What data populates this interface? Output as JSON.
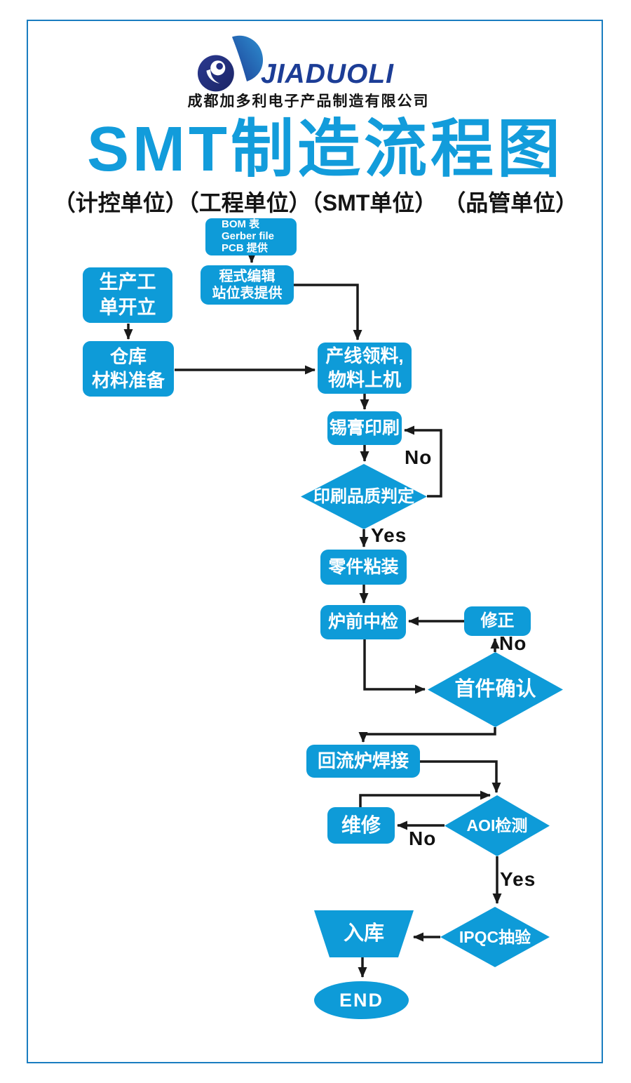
{
  "header": {
    "logo_text": "JIADUOLI",
    "company_name": "成都加多利电子产品制造有限公司",
    "title": "SMT制造流程图",
    "subtitle": "（计控单位）（工程单位）（SMT单位） （品管单位）"
  },
  "colors": {
    "node_blue": "#0E9BD8",
    "title_blue": "#129CDB",
    "border_blue": "#1A7DC0",
    "arrow_black": "#1A1A1A",
    "logo_text_blue": "#1C3D96"
  },
  "nodes": {
    "bom": {
      "lines": [
        "BOM 表",
        "Gerber file",
        "PCB 提供"
      ]
    },
    "program_edit": {
      "lines": [
        "程式编辑",
        "站位表提供"
      ]
    },
    "work_order": {
      "lines": [
        "生产工",
        "单开立"
      ]
    },
    "warehouse": {
      "lines": [
        "仓库",
        "材料准备"
      ]
    },
    "line_feeding": {
      "lines": [
        "产线领料,",
        "物料上机"
      ]
    },
    "solder_paste_printing": {
      "label": "锡膏印刷"
    },
    "printing_quality_check": {
      "label": "印刷品质判定"
    },
    "component_placement": {
      "label": "零件粘装"
    },
    "pre_reflow_inspection": {
      "label": "炉前中检"
    },
    "correction": {
      "label": "修正"
    },
    "first_article_confirm": {
      "label": "首件确认"
    },
    "reflow_soldering": {
      "label": "回流炉焊接"
    },
    "repair": {
      "label": "维修"
    },
    "aoi_inspection": {
      "label": "AOI检测"
    },
    "ipqc_sampling": {
      "label": "IPQC抽验"
    },
    "warehousing": {
      "label": "入库"
    },
    "end": {
      "label": "END"
    }
  },
  "edge_labels": {
    "printing_no": "No",
    "printing_yes": "Yes",
    "first_article_no": "No",
    "aoi_no": "No",
    "aoi_yes": "Yes"
  }
}
